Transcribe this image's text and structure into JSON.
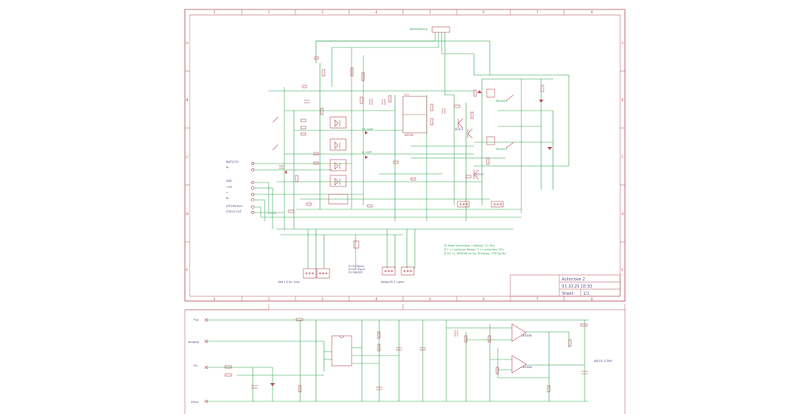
{
  "frame": {
    "columns": [
      "1",
      "2",
      "3",
      "4",
      "5",
      "6",
      "7",
      "8"
    ],
    "rows": [
      "A",
      "B",
      "C",
      "D",
      "E"
    ]
  },
  "title_block": {
    "name": "Autoclose 2",
    "date": "03.10.20 18:30",
    "sheet_label": "Sheet:",
    "sheet_value": "1/1"
  },
  "connectors": {
    "top": "Bereitstellung",
    "io_labels": [
      "WAIT/Z IN",
      "IN",
      "GND",
      "+VIP",
      "+",
      "KL",
      "LEFT/Parkt(C)",
      "STATUS OUT"
    ],
    "bottom_left": "Sbd 4 S/10 / inkp",
    "bottom_mid": [
      "X1 K1 Signal",
      "X2 K/P Signal",
      "X3 GND/SP"
    ],
    "bottom_right": "Kaltsp KS 3 / sgnd"
  },
  "notes": [
    "SV Regel Anschlüsse 1 (Masse), 2,3 Plus",
    "JP 1 +/- active(on Masse), 2 +/- active(the 12V)",
    "JP 4,5 +/- ANZEIGE on Sw. 3P Masse, ICSP Sw.Sbr"
  ],
  "components": {
    "ic_main": [
      "IC1",
      "NE556"
    ],
    "opamps": [
      "LM358N",
      "LM358N"
    ],
    "relays": [
      "RELAIS 1",
      "RELAIS 2"
    ],
    "misc": [
      "IC_SUPP",
      "C3_SUPP",
      "BC547",
      "BC547"
    ]
  },
  "lower_labels": {
    "left": [
      "Plus",
      "Ausgang",
      "Ein",
      "Minus"
    ],
    "right": [
      "ARDCH_STAR+"
    ]
  }
}
